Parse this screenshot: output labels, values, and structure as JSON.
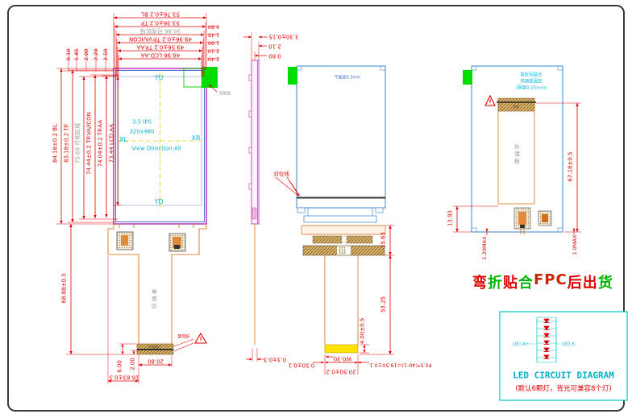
{
  "front_view": {
    "top_dims": [
      "53.76±0.2 BL",
      "53.36±0.2 TP",
      "50.86 可视区域",
      "49.96±0.2 TP.VA/ICON",
      "49.56±0.2 TP.AA",
      "48.96 LCD.AA"
    ],
    "top_right_gaps": [
      "0.80",
      "1.45",
      "1.90",
      "2.10",
      "2.40"
    ],
    "top_left_gaps": [
      "0.10",
      "1.45",
      "2.00",
      "2.20",
      "2.50"
    ],
    "left_dims": [
      "84.18±0.2 BL",
      "83.18±0.2 TP",
      "75.69 可视区域",
      "74.44±0.2 TP.VA/ICON",
      "74.04±0.2 TP.AA",
      "73.44 LCD.AA"
    ],
    "fpc_length": "68.88±0.3",
    "screen": {
      "top": "YU",
      "bottom": "YD",
      "left": "XL",
      "right": "XR",
      "size": "3.5 IPS",
      "resolution": "320x480",
      "view_direction": "View Direction:All"
    },
    "adhesive_label": "背胶贴",
    "single_layer_zone": "单层区",
    "stiffener_text": "补强钢片",
    "no_bend_note": "禁弯折",
    "dim_6": "6.00",
    "dim_2": "2.00",
    "dim_2080": "20.80",
    "dim_1663": "16.63±0.3"
  },
  "side_view": {
    "dims": [
      "3.30±0.15",
      "2.10",
      "0.80"
    ],
    "thickness": "0.3±0.3"
  },
  "back_view": {
    "flatness": "平面度0.3mm",
    "align_line": "对位线",
    "dim_1563": "15.63",
    "dim_5325": "53.25",
    "dim_400": "4.00±0.5",
    "dim_w030": "W0.30",
    "dim_050": "0.50±0.1",
    "dim_2050": "20.50±0.2",
    "dim_pitch": "P0.5*(40-1)=19.50±0.1"
  },
  "folded_view": {
    "notes": [
      "弯折后贴合",
      "双面胶固定",
      "(厚度0.15mm)"
    ],
    "tape_text": "背胶",
    "stiffener_zone": "补强板",
    "dim_height": "67.18±0.5",
    "dim_1393": "13.93",
    "dim_120max": "1.20MAX",
    "dim_10max": "1.0MAX"
  },
  "ship_note": {
    "chars": [
      {
        "t": "弯",
        "c": "#e00000"
      },
      {
        "t": "折",
        "c": "#00b400"
      },
      {
        "t": "贴",
        "c": "#e00000"
      },
      {
        "t": "合",
        "c": "#00b400"
      },
      {
        "t": "F",
        "c": "#cc2200"
      },
      {
        "t": "P",
        "c": "#cc2200"
      },
      {
        "t": "C",
        "c": "#cc2200"
      },
      {
        "t": "后",
        "c": "#e00000"
      },
      {
        "t": "出",
        "c": "#e00000"
      },
      {
        "t": "货",
        "c": "#00b400"
      }
    ]
  },
  "led_box": {
    "title": "LED CIRCUIT DIAGRAM",
    "subtitle": "(默认6颗灯，背光可兼容8个灯)",
    "anode": "LED_A+",
    "cathode": "LED_K-"
  },
  "colors": {
    "dimension_red": "#e00000",
    "cyan": "#00b6d8",
    "green": "#00d400",
    "orange": "#e08a3c",
    "blue": "#5b9bd5",
    "purple": "#bb44bb",
    "yellow": "#ffe400"
  }
}
